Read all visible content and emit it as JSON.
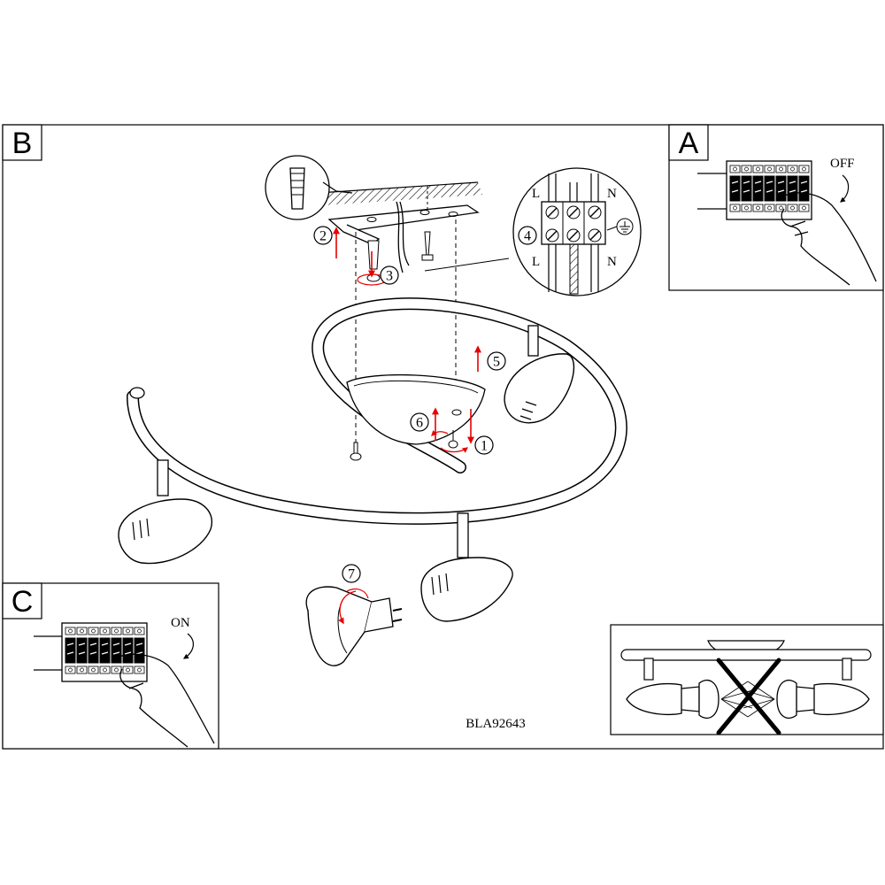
{
  "model_code": "BLA92643",
  "panels": {
    "A": {
      "letter": "A",
      "switch_label": "OFF"
    },
    "B": {
      "letter": "B"
    },
    "C": {
      "letter": "C",
      "switch_label": "ON"
    }
  },
  "wiring": {
    "left_top": "L",
    "right_top": "N",
    "left_bottom": "L",
    "right_bottom": "N"
  },
  "steps": [
    "1",
    "2",
    "3",
    "4",
    "5",
    "6",
    "7"
  ],
  "colors": {
    "arrow": "#e60000",
    "line": "#000000",
    "background": "#ffffff"
  }
}
